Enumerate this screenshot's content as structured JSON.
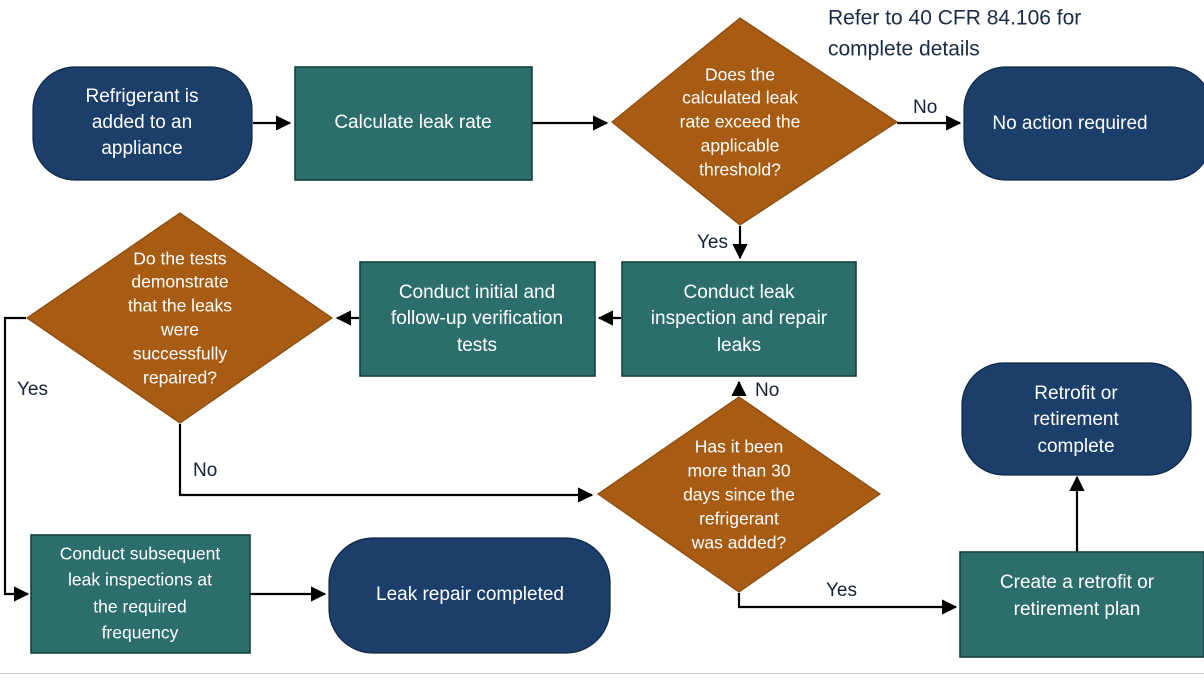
{
  "diagram": {
    "title_note": {
      "line1": "Refer to 40 CFR 84.106 for",
      "line2": "complete details"
    },
    "colors": {
      "terminator_blue": "#1B3E6B",
      "process_teal": "#2C6E6C",
      "decision_brown": "#A85C13",
      "connector_black": "#000000",
      "node_text": "#FFFFFF",
      "background": "#FFFFFF"
    },
    "nodes": [
      {
        "id": "refrigerant-added",
        "shape": "terminator",
        "color": "terminator_blue",
        "lines": [
          "Refrigerant is",
          "added to an",
          "appliance"
        ]
      },
      {
        "id": "calculate-leak-rate",
        "shape": "process",
        "color": "process_teal",
        "lines": [
          "Calculate leak rate"
        ]
      },
      {
        "id": "leak-rate-threshold",
        "shape": "decision",
        "color": "decision_brown",
        "lines": [
          "Does the",
          "calculated leak",
          "rate exceed the",
          "applicable",
          "threshold?"
        ]
      },
      {
        "id": "no-action-required",
        "shape": "terminator",
        "color": "terminator_blue",
        "lines": [
          "No action required"
        ]
      },
      {
        "id": "leak-inspection-repair",
        "shape": "process",
        "color": "process_teal",
        "lines": [
          "Conduct leak",
          "inspection and repair",
          "leaks"
        ]
      },
      {
        "id": "verification-tests",
        "shape": "process",
        "color": "process_teal",
        "lines": [
          "Conduct initial and",
          "follow-up verification",
          "tests"
        ]
      },
      {
        "id": "tests-demonstrate",
        "shape": "decision",
        "color": "decision_brown",
        "lines": [
          "Do the tests",
          "demonstrate",
          "that the leaks",
          "were",
          "successfully",
          "repaired?"
        ]
      },
      {
        "id": "more-than-30-days",
        "shape": "decision",
        "color": "decision_brown",
        "lines": [
          "Has it been",
          "more than 30",
          "days since the",
          "refrigerant",
          "was added?"
        ]
      },
      {
        "id": "subsequent-inspections",
        "shape": "process",
        "color": "process_teal",
        "lines": [
          "Conduct subsequent",
          "leak inspections at",
          "the required",
          "frequency"
        ]
      },
      {
        "id": "leak-repair-completed",
        "shape": "terminator",
        "color": "terminator_blue",
        "lines": [
          "Leak repair completed"
        ]
      },
      {
        "id": "create-retrofit-plan",
        "shape": "process",
        "color": "process_teal",
        "lines": [
          "Create a retrofit or",
          "retirement plan"
        ]
      },
      {
        "id": "retrofit-complete",
        "shape": "terminator",
        "color": "terminator_blue",
        "lines": [
          "Retrofit or",
          "retirement",
          "complete"
        ]
      }
    ],
    "edge_labels": {
      "threshold_no": "No",
      "threshold_yes": "Yes",
      "tests_yes": "Yes",
      "tests_no": "No",
      "thirty_days_no": "No",
      "thirty_days_yes": "Yes"
    }
  }
}
